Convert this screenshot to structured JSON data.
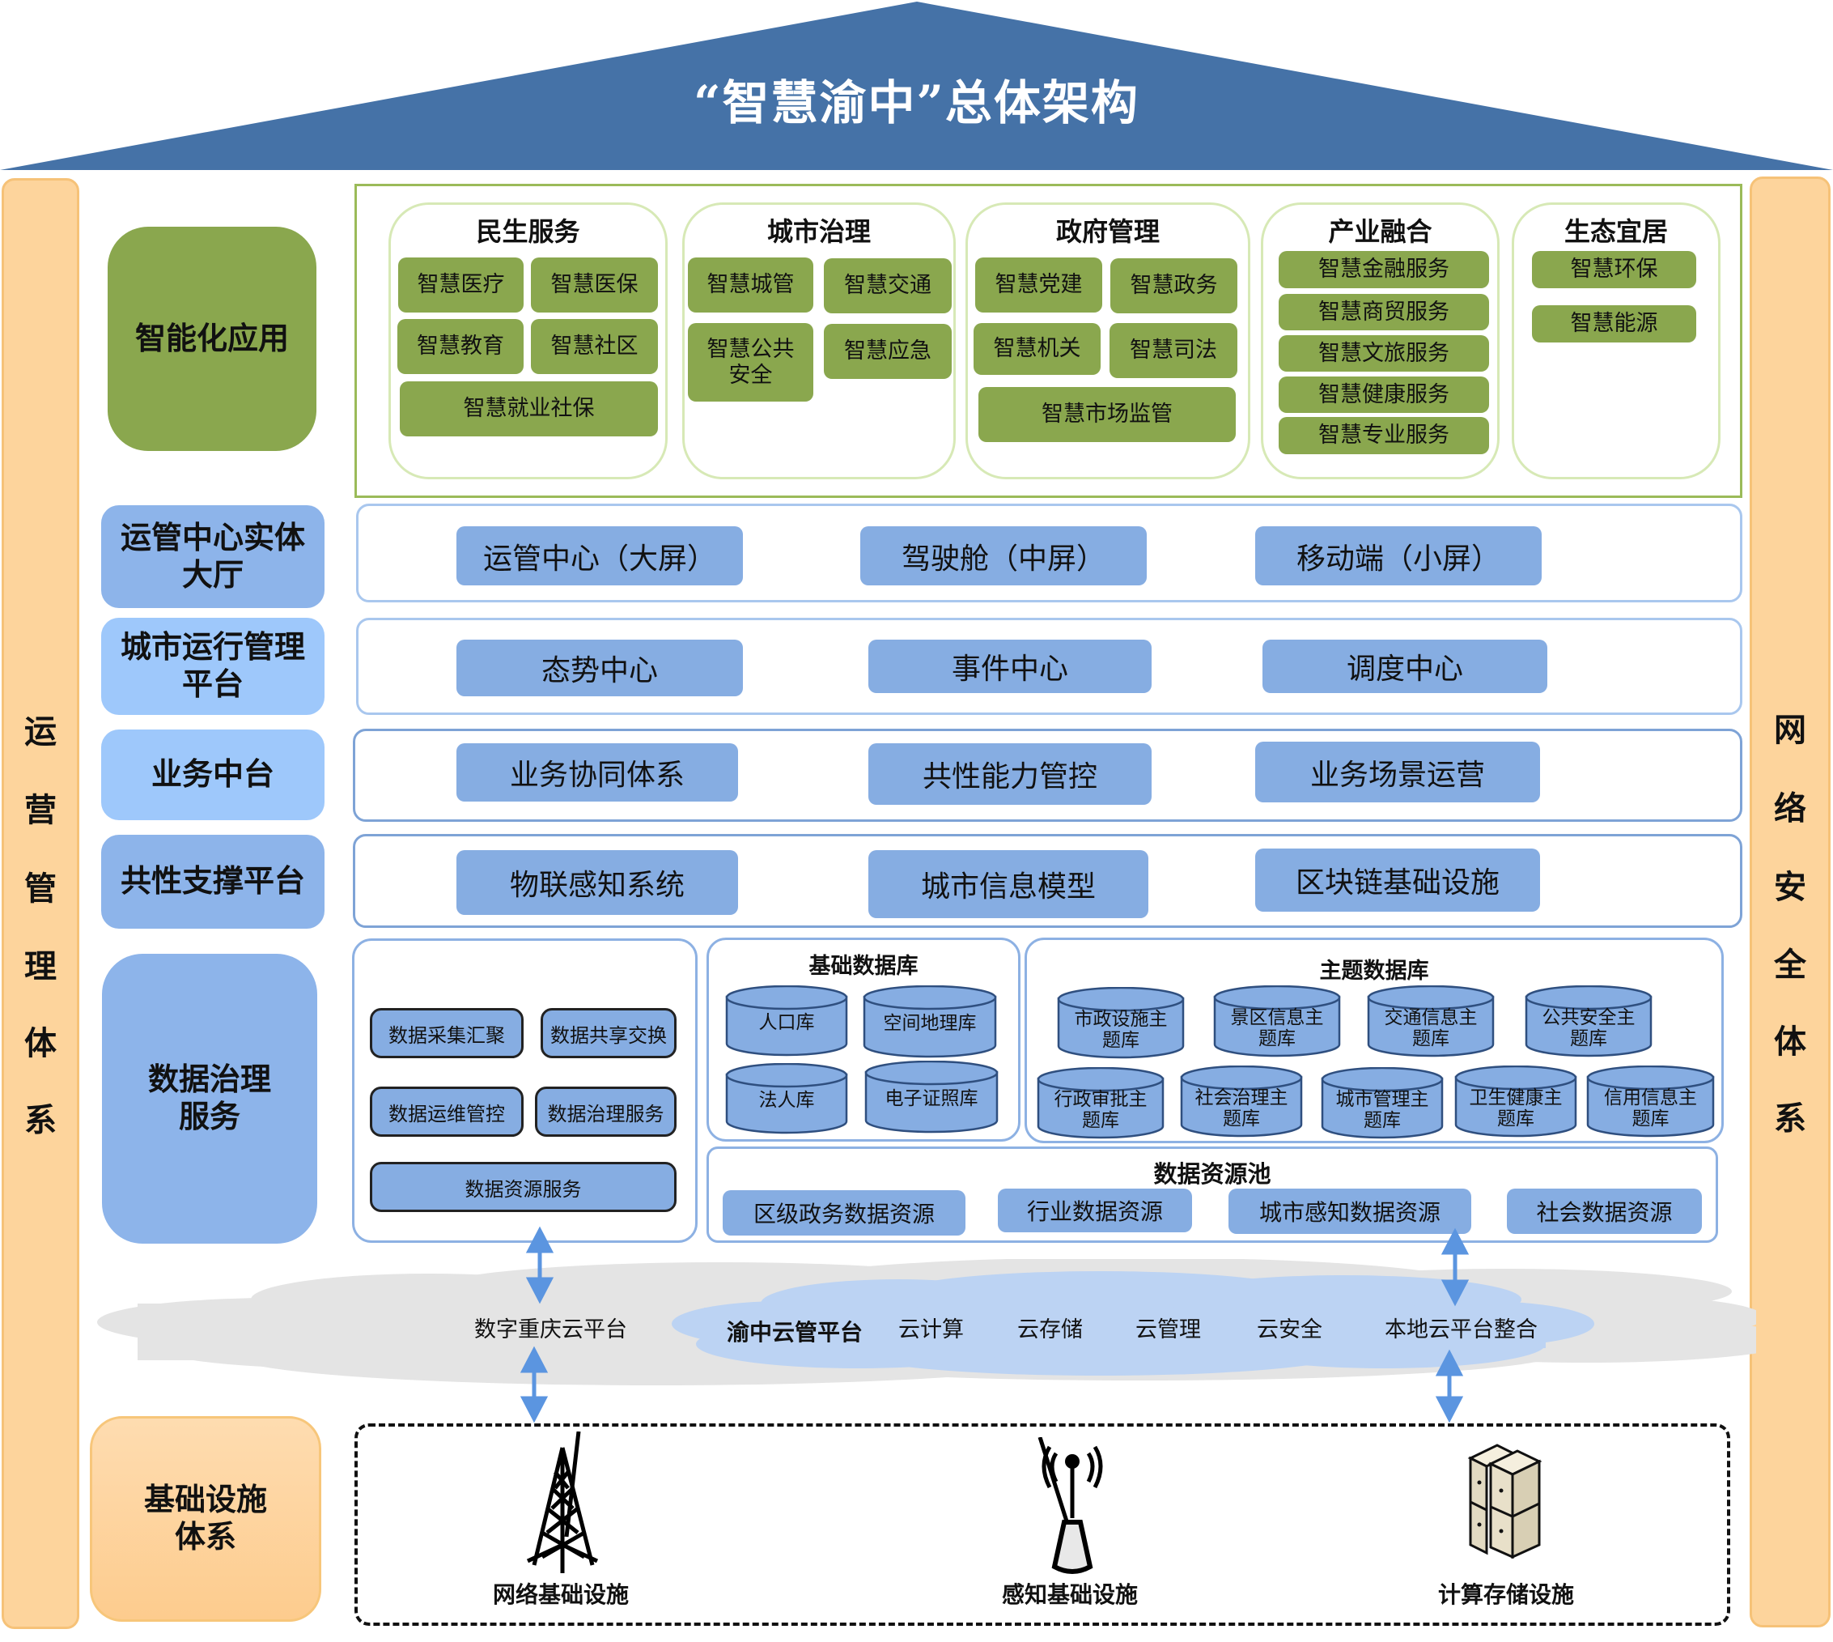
{
  "title": "“智慧渝中”总体架构",
  "side_left": {
    "chars": [
      "运",
      "营",
      "管",
      "理",
      "体",
      "系"
    ]
  },
  "side_right": {
    "chars": [
      "网",
      "络",
      "安",
      "全",
      "体",
      "系"
    ]
  },
  "colors": {
    "roof": "#4572a7",
    "app_green": "#8aa74e",
    "chip_blue": "#86ade2",
    "side_orange": "#fdd49c",
    "arrow_blue": "#5b95e0"
  },
  "layers": {
    "app": {
      "label": "智能化应用",
      "groups": [
        {
          "title": "民生服务",
          "items": [
            "智慧医疗",
            "智慧医保",
            "智慧教育",
            "智慧社区",
            "智慧就业社保"
          ]
        },
        {
          "title": "城市治理",
          "items": [
            "智慧城管",
            "智慧交通",
            "智慧公共安全",
            "智慧应急"
          ]
        },
        {
          "title": "政府管理",
          "items": [
            "智慧党建",
            "智慧政务",
            "智慧机关",
            "智慧司法",
            "智慧市场监管"
          ]
        },
        {
          "title": "产业融合",
          "items": [
            "智慧金融服务",
            "智慧商贸服务",
            "智慧文旅服务",
            "智慧健康服务",
            "智慧专业服务"
          ]
        },
        {
          "title": "生态宜居",
          "items": [
            "智慧环保",
            "智慧能源"
          ]
        }
      ]
    },
    "ops_hall": {
      "label_line1": "运管中心实体",
      "label_line2": "大厅",
      "items": [
        "运管中心（大屏）",
        "驾驶舱（中屏）",
        "移动端（小屏）"
      ]
    },
    "city_ops": {
      "label_line1": "城市运行管理",
      "label_line2": "平台",
      "items": [
        "态势中心",
        "事件中心",
        "调度中心"
      ]
    },
    "biz_mid": {
      "label": "业务中台",
      "items": [
        "业务协同体系",
        "共性能力管控",
        "业务场景运营"
      ]
    },
    "common": {
      "label": "共性支撑平台",
      "items": [
        "物联感知系统",
        "城市信息模型",
        "区块链基础设施"
      ]
    },
    "data": {
      "label_line1": "数据治理",
      "label_line2": "服务",
      "governance": [
        "数据采集汇聚",
        "数据共享交换",
        "数据运维管控",
        "数据治理服务",
        "数据资源服务"
      ],
      "base_db": {
        "title": "基础数据库",
        "items": [
          "人口库",
          "空间地理库",
          "法人库",
          "电子证照库"
        ]
      },
      "topic_db": {
        "title": "主题数据库",
        "items": [
          [
            "市政设施主",
            "题库"
          ],
          [
            "景区信息主",
            "题库"
          ],
          [
            "交通信息主",
            "题库"
          ],
          [
            "公共安全主",
            "题库"
          ],
          [
            "行政审批主",
            "题库"
          ],
          [
            "社会治理主",
            "题库"
          ],
          [
            "城市管理主",
            "题库"
          ],
          [
            "卫生健康主",
            "题库"
          ],
          [
            "信用信息主",
            "题库"
          ]
        ]
      },
      "pool": {
        "title": "数据资源池",
        "items": [
          "区级政务数据资源",
          "行业数据资源",
          "城市感知数据资源",
          "社会数据资源"
        ]
      }
    },
    "cloud": {
      "outer_label": "数字重庆云平台",
      "inner_title": "渝中云管平台",
      "inner_items": [
        "云计算",
        "云存储",
        "云管理",
        "云安全",
        "本地云平台整合"
      ]
    },
    "infra": {
      "label_line1": "基础设施",
      "label_line2": "体系",
      "items": [
        {
          "label": "网络基础设施",
          "icon": "tower-icon"
        },
        {
          "label": "感知基础设施",
          "icon": "sensor-antenna-icon"
        },
        {
          "label": "计算存储设施",
          "icon": "server-icon"
        }
      ]
    }
  }
}
